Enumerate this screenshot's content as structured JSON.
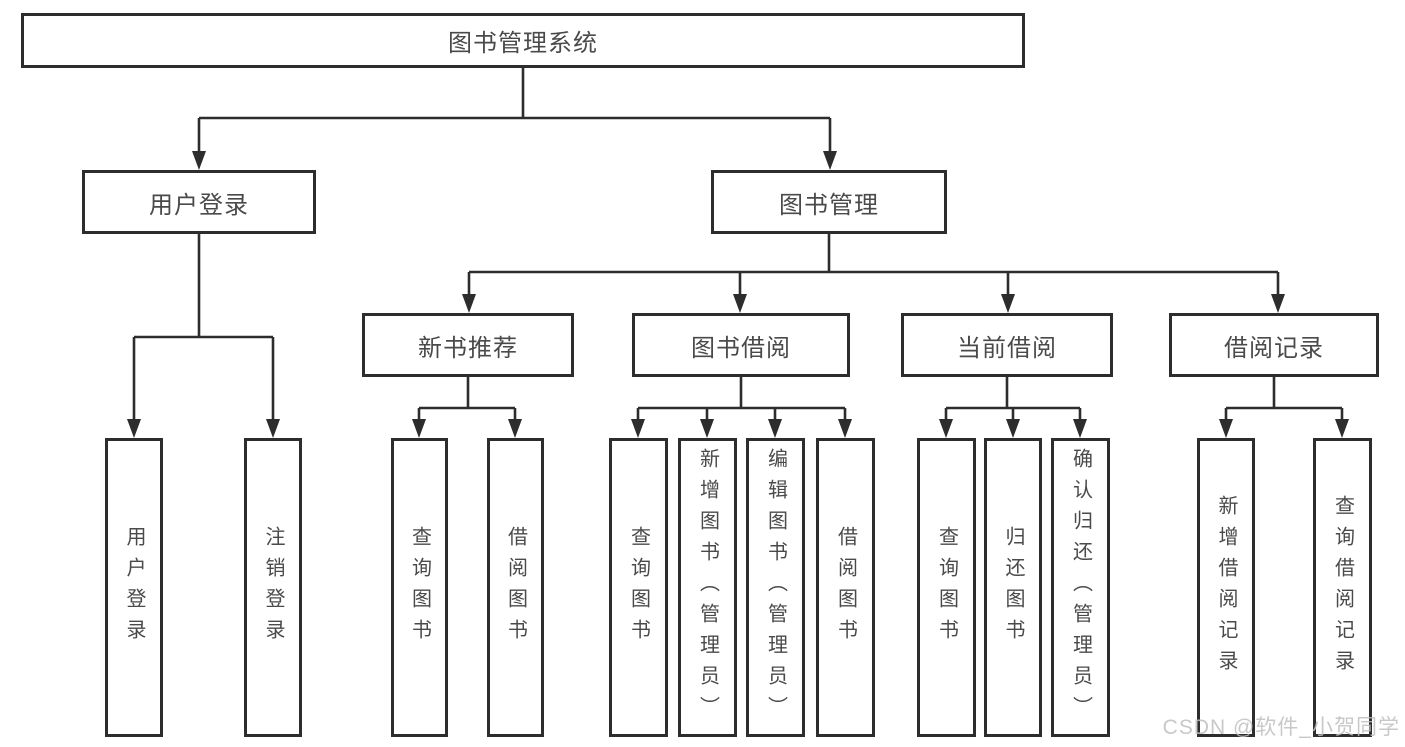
{
  "diagram": {
    "root": {
      "label": "图书管理系统",
      "children": [
        {
          "label": "用户登录",
          "children": [
            {
              "label": "用户登录"
            },
            {
              "label": "注销登录"
            }
          ]
        },
        {
          "label": "图书管理",
          "children": [
            {
              "label": "新书推荐",
              "children": [
                {
                  "label": "查询图书"
                },
                {
                  "label": "借阅图书"
                }
              ]
            },
            {
              "label": "图书借阅",
              "children": [
                {
                  "label": "查询图书"
                },
                {
                  "label": "新增图书（管理员）"
                },
                {
                  "label": "编辑图书（管理员）"
                },
                {
                  "label": "借阅图书"
                }
              ]
            },
            {
              "label": "当前借阅",
              "children": [
                {
                  "label": "查询图书"
                },
                {
                  "label": "归还图书"
                },
                {
                  "label": "确认归还（管理员）"
                }
              ]
            },
            {
              "label": "借阅记录",
              "children": [
                {
                  "label": "新增借阅记录"
                },
                {
                  "label": "查询借阅记录"
                }
              ]
            }
          ]
        }
      ]
    }
  },
  "colors": {
    "line": "#2d2d2d",
    "text": "#4a4a4a",
    "watermark": "#bebebe"
  },
  "watermark": {
    "text": "CSDN @软件_小贺同学"
  }
}
